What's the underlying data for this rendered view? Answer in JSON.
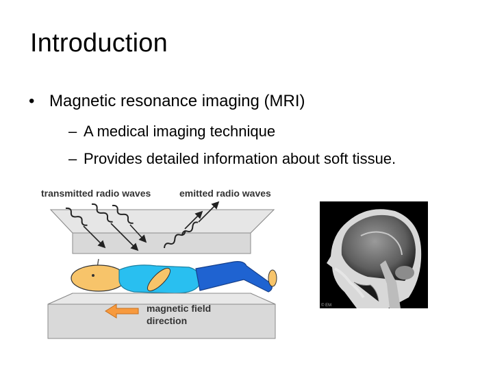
{
  "slide": {
    "title": "Introduction",
    "bullet": "Magnetic resonance imaging (MRI)",
    "sub_items": [
      "A medical imaging technique",
      "Provides detailed information about soft tissue."
    ]
  },
  "diagram": {
    "label_transmitted": "transmitted radio waves",
    "label_emitted": "emitted radio waves",
    "label_field_line1": "magnetic field",
    "label_field_line2": "direction"
  },
  "scan_image": {
    "corner_text": "© EM"
  },
  "colors": {
    "plate_fill": "#d9d9d9",
    "arrow_orange": "#f79a3e",
    "head_orange": "#f7c46a",
    "body_cyan": "#29bff0",
    "legs_blue": "#1f63d1",
    "scan_bg": "#000000"
  }
}
